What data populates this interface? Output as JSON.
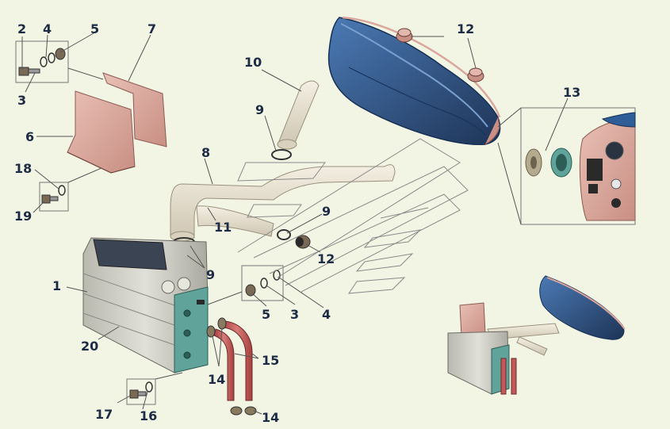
{
  "colors": {
    "background": "#f2f5e4",
    "shroud_blue": "#2f5d97",
    "shroud_dark": "#1e3457",
    "panel_pink": "#d9a79c",
    "duct_cream": "#e8e0cf",
    "hose_red": "#c4595a",
    "heater_grey": "#c9c9c0",
    "heater_teal": "#5fa39a",
    "label": "#1d2b45"
  },
  "labels": {
    "l1": "1",
    "l2": "2",
    "l3a": "3",
    "l3b": "3",
    "l4a": "4",
    "l4b": "4",
    "l5a": "5",
    "l5b": "5",
    "l6": "6",
    "l7": "7",
    "l8": "8",
    "l9a": "9",
    "l9b": "9",
    "l9c": "9",
    "l10": "10",
    "l11": "11",
    "l12a": "12",
    "l12b": "12",
    "l13": "13",
    "l14a": "14",
    "l14b": "14",
    "l15": "15",
    "l16": "16",
    "l17": "17",
    "l18": "18",
    "l19": "19",
    "l20": "20"
  },
  "icons": {
    "bolt": "bolt-icon",
    "washer": "washer-icon",
    "nut": "nut-icon",
    "clamp": "hose-clamp-icon"
  }
}
